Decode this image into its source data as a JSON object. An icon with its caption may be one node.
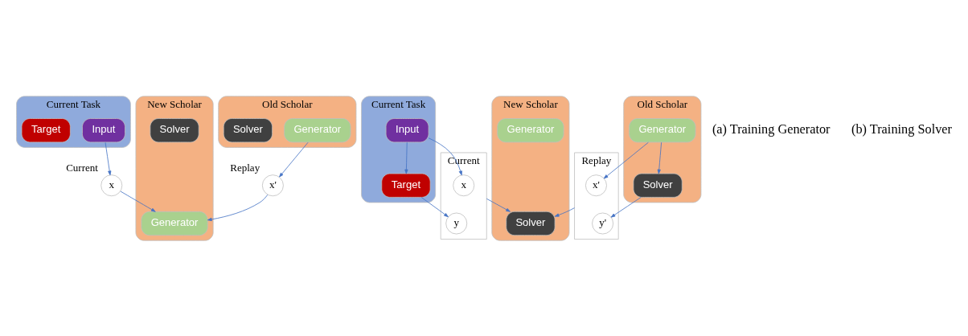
{
  "diagram": {
    "nodes": [
      {
        "text": [
          "Current Task"
        ]
      },
      {
        "text": [
          "Input"
        ],
        "in": 0
      },
      {
        "text": [
          "Target"
        ],
        "in": 0
      },
      {
        "text": [
          "x"
        ],
        "beside": [
          "Current"
        ]
      },
      {
        "text": [
          "x'"
        ],
        "beside": [
          "Replay"
        ]
      },
      {
        "text": [
          "Old Scholar"
        ]
      },
      {
        "text": [
          "Generator"
        ],
        "in": 5
      },
      {
        "text": [
          "Solver"
        ],
        "in": 5
      },
      {
        "text": [
          "New Scholar"
        ]
      },
      {
        "text": [
          "Generator"
        ],
        "in": 8
      },
      {
        "text": [
          "Solver"
        ],
        "in": 8
      },
      {
        "text": [
          "Current Task"
        ]
      },
      {
        "text": [
          "Input"
        ],
        "in": 11
      },
      {
        "text": [
          "Target"
        ],
        "in": 11
      },
      {
        "text": [],
        "shape": "box",
        "beside": [
          "Current"
        ]
      },
      {
        "text": [
          "x"
        ],
        "in": 14
      },
      {
        "text": [
          "y"
        ],
        "in": 14
      },
      {
        "text": [],
        "shape": "box",
        "beside": [
          "Replay"
        ]
      },
      {
        "text": [
          "x'"
        ],
        "in": 17
      },
      {
        "text": [
          "y'"
        ],
        "in": 17
      },
      {
        "text": [
          "Old Scholar"
        ]
      },
      {
        "text": [
          "Generator"
        ],
        "in": 20
      },
      {
        "text": [
          "Solver"
        ],
        "in": 20
      },
      {
        "text": [
          "New Scholar"
        ]
      },
      {
        "text": [
          "Generator"
        ],
        "in": 23
      },
      {
        "text": [
          "Solver"
        ],
        "in": 23
      }
    ],
    "edges": [
      {
        "from": 1,
        "to": 3,
        "arrow": "to"
      },
      {
        "from": 6,
        "to": 4,
        "arrow": "to"
      },
      {
        "from": 3,
        "to": 9,
        "arrow": "to"
      },
      {
        "from": 4,
        "to": 9,
        "arrow": "to"
      },
      {
        "from": 12,
        "to": 15,
        "arrow": "to"
      },
      {
        "from": 12,
        "to": 13,
        "arrow": "to"
      },
      {
        "from": 13,
        "to": 16,
        "arrow": "to"
      },
      {
        "from": 21,
        "to": 18,
        "arrow": "to"
      },
      {
        "from": 21,
        "to": 22,
        "arrow": "to"
      },
      {
        "from": 22,
        "to": 19,
        "arrow": "to"
      },
      {
        "from": 14,
        "to": 25,
        "arrow": "to"
      },
      {
        "from": 17,
        "to": 25,
        "arrow": "to"
      }
    ],
    "labels": [
      "(a) Training Generator",
      "(b) Training Solver"
    ]
  }
}
